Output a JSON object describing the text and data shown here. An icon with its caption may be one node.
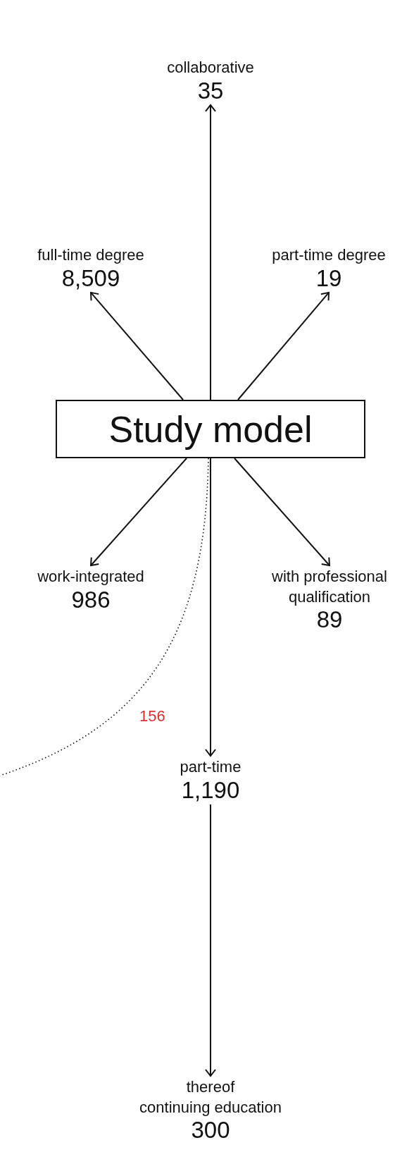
{
  "diagram": {
    "nodes": [
      {
        "text": [
          "Study model"
        ]
      },
      {
        "text": [
          "collaborative",
          "35"
        ]
      },
      {
        "text": [
          "full-time degree",
          "8,509"
        ]
      },
      {
        "text": [
          "part-time degree",
          "19"
        ]
      },
      {
        "text": [
          "work-integrated",
          "986"
        ]
      },
      {
        "text": [
          "with professional qualification",
          "89"
        ]
      },
      {
        "text": [
          "part-time",
          "1,190"
        ]
      },
      {
        "text": [
          "thereof",
          "continuing education",
          "300"
        ]
      }
    ],
    "edges": [
      {
        "from": 0,
        "to": 1,
        "arrow": "to"
      },
      {
        "from": 0,
        "to": 2,
        "arrow": "to"
      },
      {
        "from": 0,
        "to": 3,
        "arrow": "to"
      },
      {
        "from": 0,
        "to": 4,
        "arrow": "to"
      },
      {
        "from": 0,
        "to": 5,
        "arrow": "to"
      },
      {
        "from": 0,
        "to": 6,
        "arrow": "to"
      },
      {
        "from": 0,
        "to": null,
        "arrow": "none",
        "style": "dashed",
        "label": "156"
      },
      {
        "from": 6,
        "to": 7,
        "arrow": "to"
      }
    ]
  }
}
